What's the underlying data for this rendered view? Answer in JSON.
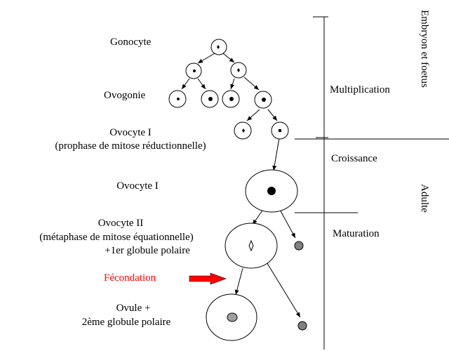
{
  "labels": {
    "gonocyte": "Gonocyte",
    "ovogonie": "Ovogonie",
    "ovocyte1_title": "Ovocyte I",
    "ovocyte1_sub": "(prophase de mitose réductionnelle)",
    "ovocyte1_adult": "Ovocyte I",
    "ovocyte2_title": "Ovocyte II",
    "ovocyte2_sub": "(métaphase de mitose équationnelle)",
    "ovocyte2_polar": "+1er globule polaire",
    "fecondation": "Fécondation",
    "ovule_title": "Ovule +",
    "ovule_sub": "2ème globule polaire"
  },
  "phases": {
    "multiplication": "Multiplication",
    "croissance": "Croissance",
    "maturation": "Maturation"
  },
  "periods": {
    "embryon": "Embryon et foetus",
    "adulte": "Adulte"
  },
  "colors": {
    "line": "#000000",
    "text": "#000000",
    "fecondation_text": "#ff0000",
    "arrow_fill": "#ff0000",
    "polar_body": "#808080",
    "ovule_nucleus": "#a0a0a0"
  }
}
